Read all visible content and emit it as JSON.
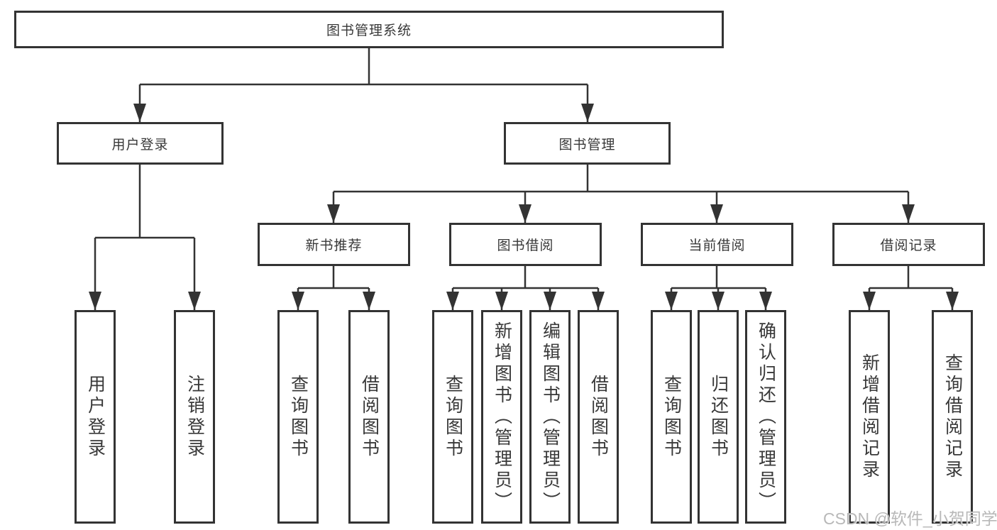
{
  "diagram": {
    "root": {
      "label": "图书管理系统"
    },
    "login_branch": {
      "label": "用户登录",
      "children": [
        {
          "label": "用户登录"
        },
        {
          "label": "注销登录"
        }
      ]
    },
    "mgmt_branch": {
      "label": "图书管理",
      "sections": [
        {
          "label": "新书推荐",
          "children": [
            {
              "label": "查询图书"
            },
            {
              "label": "借阅图书"
            }
          ]
        },
        {
          "label": "图书借阅",
          "children": [
            {
              "label": "查询图书"
            },
            {
              "label": "新增图书（管理员）"
            },
            {
              "label": "编辑图书（管理员）"
            },
            {
              "label": "借阅图书"
            }
          ]
        },
        {
          "label": "当前借阅",
          "children": [
            {
              "label": "查询图书"
            },
            {
              "label": "归还图书"
            },
            {
              "label": "确认归还（管理员）"
            }
          ]
        },
        {
          "label": "借阅记录",
          "children": [
            {
              "label": "新增借阅记录"
            },
            {
              "label": "查询借阅记录"
            }
          ]
        }
      ]
    },
    "watermark": "CSDN @软件_小贺同学"
  },
  "colors": {
    "line": "#333333",
    "text": "#383838",
    "watermark": "#b2b2b2",
    "background": "#ffffff"
  }
}
